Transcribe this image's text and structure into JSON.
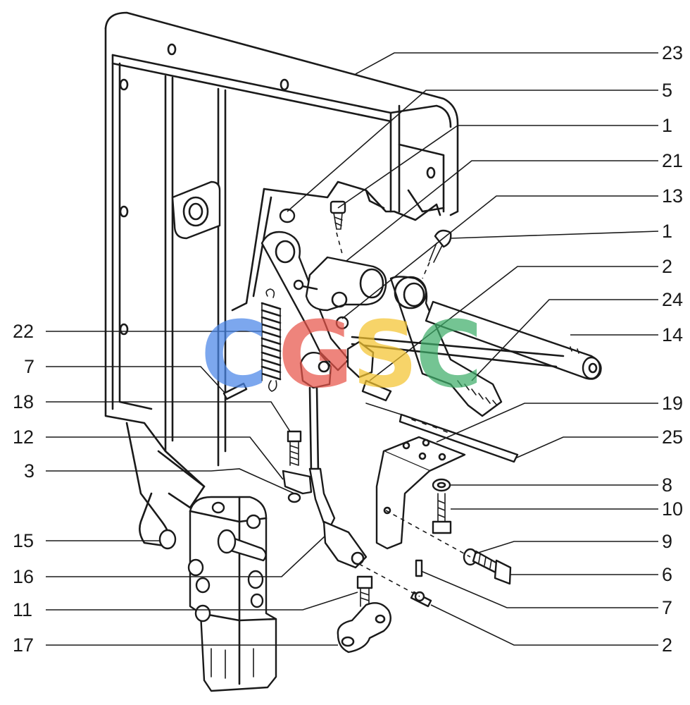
{
  "labels_left": [
    {
      "id": "22",
      "text": "22"
    },
    {
      "id": "7a",
      "text": "7"
    },
    {
      "id": "18",
      "text": "18"
    },
    {
      "id": "12",
      "text": "12"
    },
    {
      "id": "3",
      "text": "3"
    },
    {
      "id": "15",
      "text": "15"
    },
    {
      "id": "16",
      "text": "16"
    },
    {
      "id": "11",
      "text": "11"
    },
    {
      "id": "17",
      "text": "17"
    }
  ],
  "labels_right": [
    {
      "id": "23",
      "text": "23"
    },
    {
      "id": "5",
      "text": "5"
    },
    {
      "id": "1a",
      "text": "1"
    },
    {
      "id": "21",
      "text": "21"
    },
    {
      "id": "13",
      "text": "13"
    },
    {
      "id": "1b",
      "text": "1"
    },
    {
      "id": "2a",
      "text": "2"
    },
    {
      "id": "24",
      "text": "24"
    },
    {
      "id": "14",
      "text": "14"
    },
    {
      "id": "19",
      "text": "19"
    },
    {
      "id": "25",
      "text": "25"
    },
    {
      "id": "8",
      "text": "8"
    },
    {
      "id": "10",
      "text": "10"
    },
    {
      "id": "9",
      "text": "9"
    },
    {
      "id": "6",
      "text": "6"
    },
    {
      "id": "7b",
      "text": "7"
    },
    {
      "id": "2b",
      "text": "2"
    }
  ],
  "watermark": {
    "letters": [
      {
        "char": "C",
        "color": "#4a86e8"
      },
      {
        "char": "G",
        "color": "#e8554a"
      },
      {
        "char": "S",
        "color": "#f4c430"
      },
      {
        "char": "C",
        "color": "#3fae6a"
      }
    ]
  }
}
